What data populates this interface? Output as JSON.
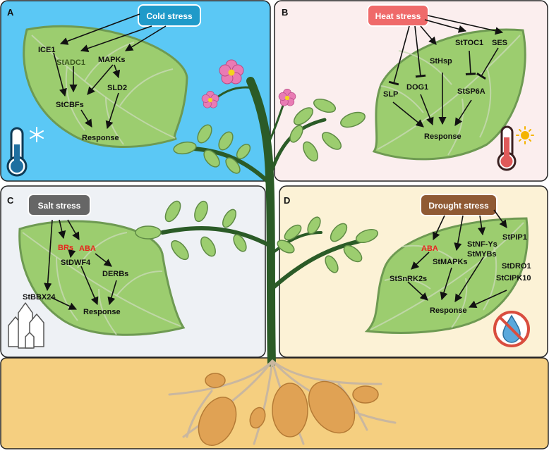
{
  "panels": {
    "a": {
      "letter": "A",
      "badge": "Cold stress",
      "nodes": {
        "ice1": "ICE1",
        "stadc1": "StADC1",
        "mapks": "MAPKs",
        "sld2": "SLD2",
        "stcbfs": "StCBFs",
        "response": "Response"
      }
    },
    "b": {
      "letter": "B",
      "badge": "Heat stress",
      "nodes": {
        "sttoc1": "StTOC1",
        "ses": "SES",
        "sthsp": "StHsp",
        "slp": "SLP",
        "dog1": "DOG1",
        "stsp6a": "StSP6A",
        "response": "Response"
      }
    },
    "c": {
      "letter": "C",
      "badge": "Salt stress",
      "nodes": {
        "brs": "BRs",
        "aba": "ABA",
        "stdwf4": "StDWF4",
        "stbbx24": "StBBX24",
        "derbs": "DERBs",
        "response": "Response"
      }
    },
    "d": {
      "letter": "D",
      "badge": "Drought stress",
      "nodes": {
        "aba": "ABA",
        "stnfys": "StNF-Ys",
        "stmybs": "StMYBs",
        "stpip1": "StPIP1",
        "stmapks": "StMAPKs",
        "stdro1": "StDRO1",
        "stsnrk2s": "StSnRK2s",
        "stcipk10": "StCIPK10",
        "response": "Response"
      }
    }
  },
  "colors": {
    "cold_bg": "#5bc8f5",
    "heat_bg": "#fbeeee",
    "salt_bg": "#eef1f5",
    "drought_bg": "#fcf2d6",
    "soil": "#f5cf80",
    "leaf": "#9ccd6f",
    "stem": "#2b5b27",
    "tuber": "#e0a254",
    "cold_badge": "#1f9ac9",
    "heat_badge": "#ef6a6a",
    "salt_badge": "#666666",
    "drought_badge": "#8f5a34",
    "emphasis_text": "#e8231c"
  },
  "icons": [
    "thermometer-cold-icon",
    "snowflake-icon",
    "thermometer-hot-icon",
    "sun-icon",
    "salt-crystal-icon",
    "no-water-icon",
    "flower-icon",
    "potato-tuber-icon"
  ]
}
